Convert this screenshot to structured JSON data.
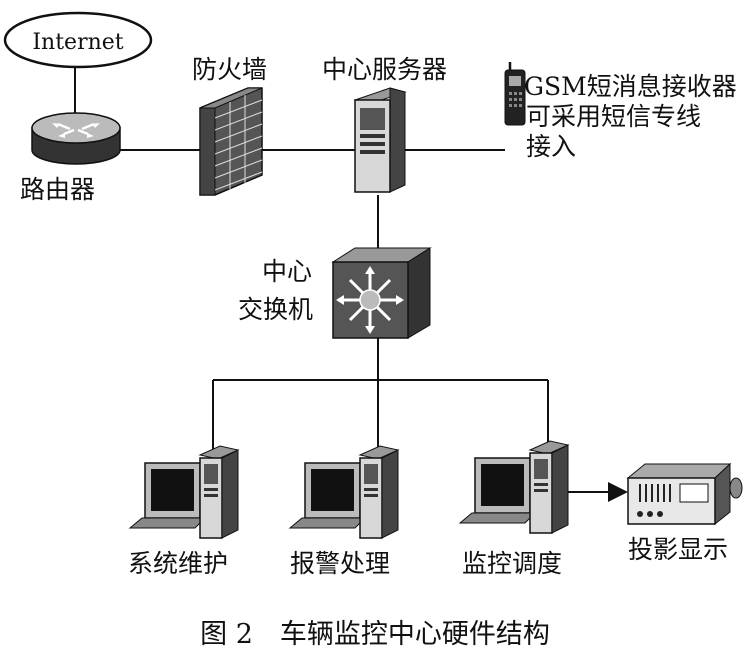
{
  "nodes": {
    "internet": "Internet",
    "router": "路由器",
    "firewall": "防火墙",
    "server": "中心服务器",
    "gsm_line1": "GSM短消息接收器",
    "gsm_line2": "可采用短信专线",
    "gsm_line3": "接入",
    "switch_line1": "中心",
    "switch_line2": "交换机",
    "ws_maint": "系统维护",
    "ws_alarm": "报警处理",
    "ws_dispatch": "监控调度",
    "projector": "投影显示"
  },
  "caption": "图 2　车辆监控中心硬件结构"
}
